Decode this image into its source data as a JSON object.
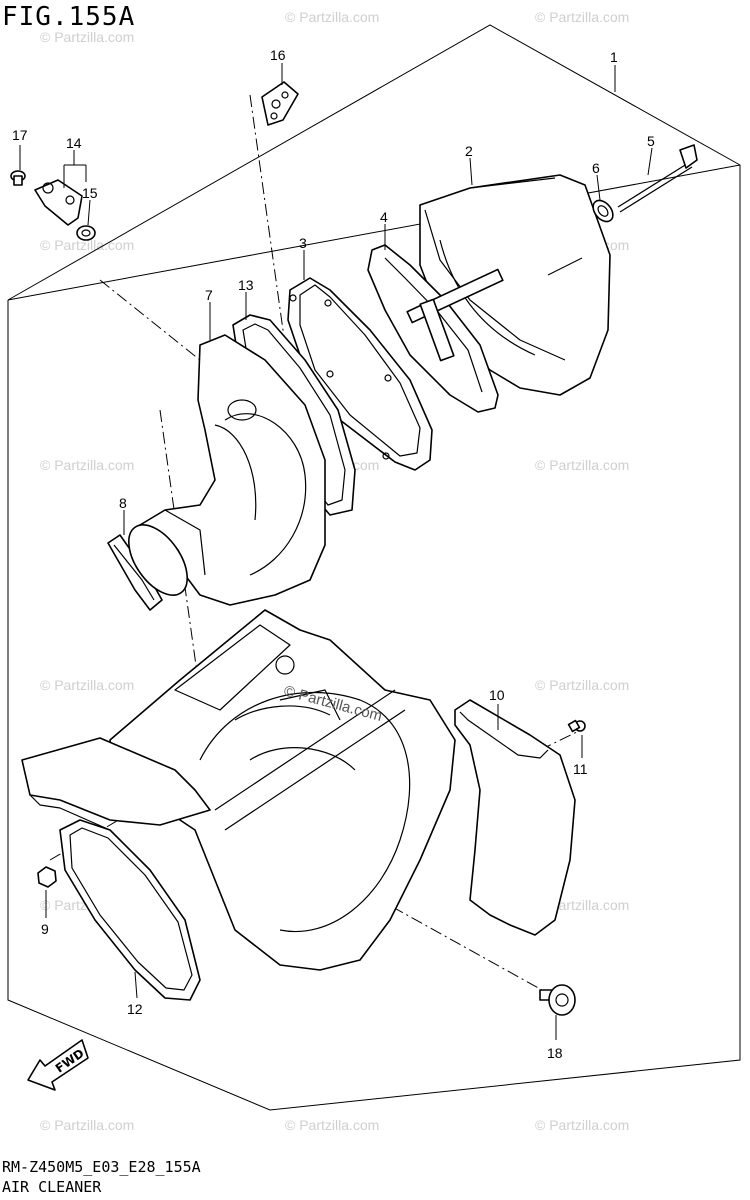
{
  "figure": {
    "title": "FIG.155A",
    "model_code": "RM-Z450M5_E03_E28_155A",
    "section_name": "AIR CLEANER",
    "direction_label": "FWD"
  },
  "watermark": {
    "text": "© Partzilla.com",
    "center_text": "© Partzilla.com"
  },
  "callouts": [
    "1",
    "2",
    "3",
    "4",
    "5",
    "6",
    "7",
    "8",
    "9",
    "10",
    "11",
    "12",
    "13",
    "14",
    "15",
    "16",
    "17",
    "18"
  ]
}
